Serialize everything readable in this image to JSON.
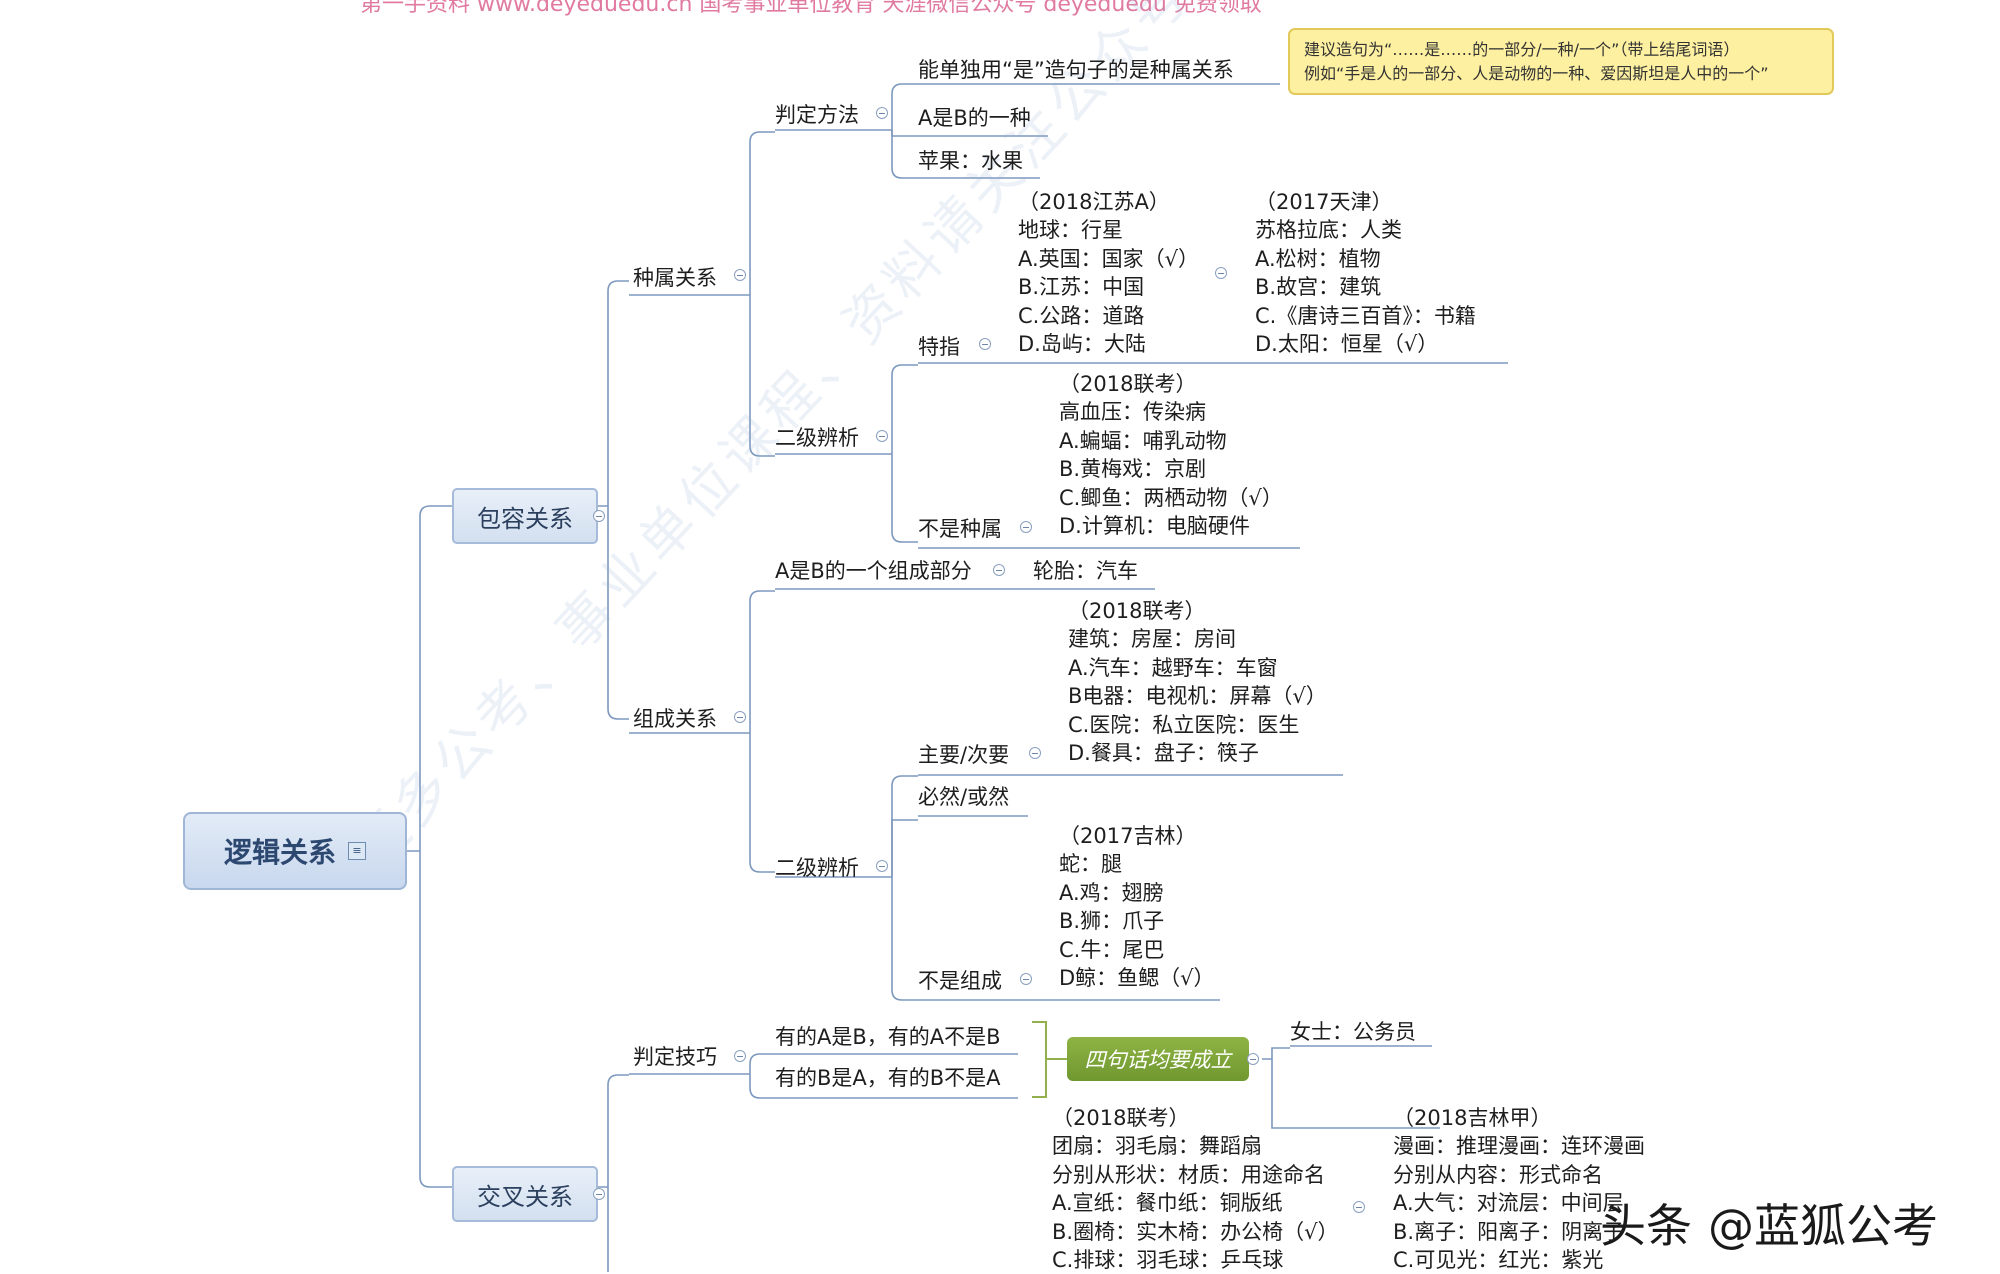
{
  "header_text": "第一手资料 www.deyeduedu.cn 国考事业单位教育 天涯微信公众号 deyeduedu 免费领取",
  "watermark": "更多公考、事业单位课程、资料请关注公众号：【蓝狐公考】",
  "corner_brand": {
    "prefix": "头条",
    "name": "@蓝狐公考"
  },
  "root": {
    "label": "逻辑关系"
  },
  "inclusion": {
    "label": "包容关系",
    "genus": {
      "label": "种属关系",
      "method": {
        "label": "判定方法",
        "rule": "能单独用“是”造句子的是种属关系",
        "callout": [
          "建议造句为“……是……的一部分/一种/一个”（带上结尾词语）",
          "例如“手是人的一部分、人是动物的一种、爱因斯坦是人中的一个”"
        ],
        "form": "A是B的一种",
        "example": "苹果：水果"
      },
      "second": {
        "label": "二级辨析",
        "specific": {
          "label": "特指",
          "q1": [
            "（2018江苏A）",
            "地球：行星",
            "A.英国：国家（√）",
            "B.江苏：中国",
            "C.公路：道路",
            "D.岛屿：大陆"
          ],
          "q2": [
            "（2017天津）",
            "苏格拉底：人类",
            "A.松树：植物",
            "B.故宫：建筑",
            "C.《唐诗三百首》：书籍",
            "D.太阳：恒星（√）"
          ]
        },
        "notgenus": {
          "label": "不是种属",
          "q": [
            "（2018联考）",
            "高血压：传染病",
            "A.蝙蝠：哺乳动物",
            "B.黄梅戏：京剧",
            "C.鲫鱼：两栖动物（√）",
            "D.计算机：电脑硬件"
          ]
        }
      }
    },
    "composition": {
      "label": "组成关系",
      "form": "A是B的一个组成部分",
      "example": "轮胎：汽车",
      "second": {
        "label": "二级辨析",
        "primary": {
          "label": "主要/次要",
          "q": [
            "（2018联考）",
            "建筑：房屋：房间",
            "A.汽车：越野车：车窗",
            "B电器：电视机：屏幕（√）",
            "C.医院：私立医院：医生",
            "D.餐具：盘子：筷子"
          ]
        },
        "necessary": {
          "label": "必然/或然"
        },
        "notcomp": {
          "label": "不是组成",
          "q": [
            "（2017吉林）",
            "蛇：腿",
            "A.鸡：翅膀",
            "B.狮：爪子",
            "C.牛：尾巴",
            "D鲸：鱼鳃（√）"
          ]
        }
      }
    }
  },
  "cross": {
    "label": "交叉关系",
    "technique": {
      "label": "判定技巧",
      "lines": [
        "有的A是B，有的A不是B",
        "有的B是A，有的B不是A"
      ],
      "summary": "四句话均要成立",
      "example": "女士：公务员"
    },
    "q1": [
      "（2018联考）",
      "团扇：羽毛扇：舞蹈扇",
      "分别从形状：材质：用途命名",
      "A.宣纸：餐巾纸：铜版纸",
      "B.圈椅：实木椅：办公椅（√）",
      "C.排球：羽毛球：乒乓球"
    ],
    "q2": [
      "（2018吉林甲）",
      "漫画：推理漫画：连环漫画",
      "分别从内容：形式命名",
      "A.大气：对流层：中间层",
      "B.离子：阳离子：阴离子",
      "C.可见光：红光：紫光"
    ]
  }
}
